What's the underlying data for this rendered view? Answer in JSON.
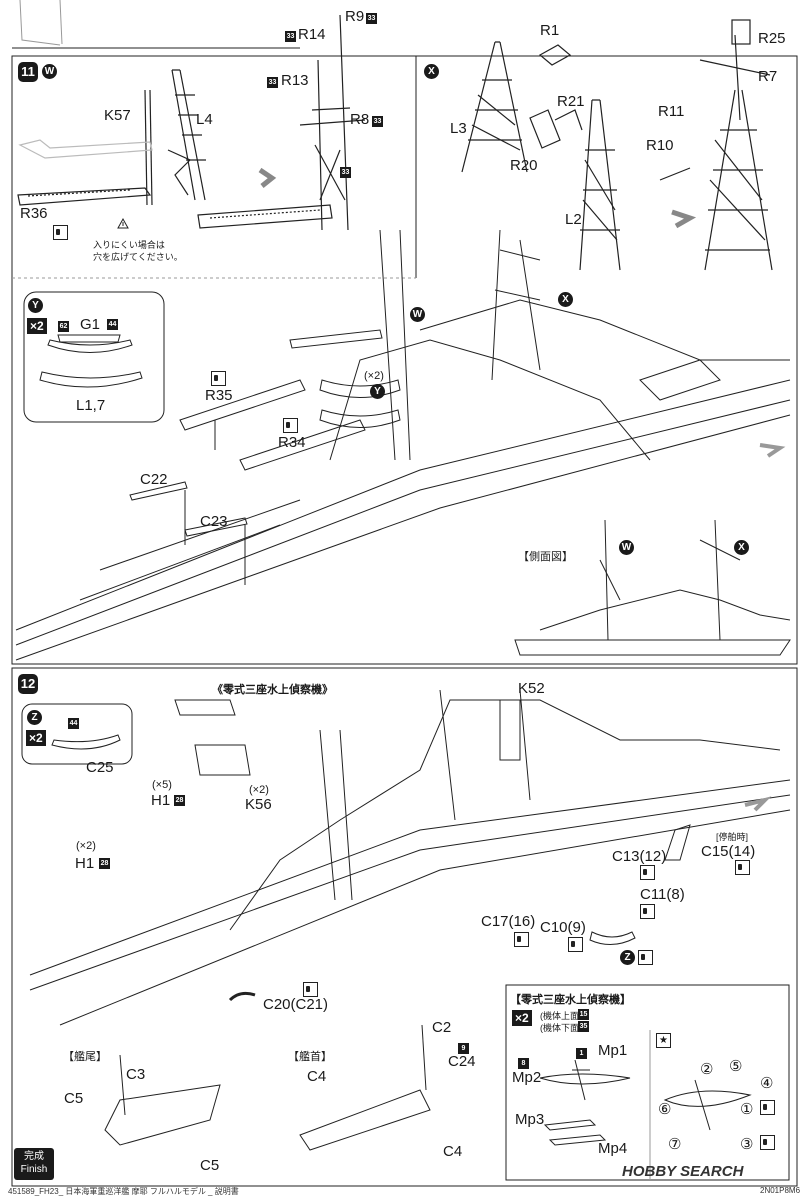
{
  "step11": {
    "number": "11",
    "sub_w": "W",
    "sub_x": "X",
    "sub_y": "Y",
    "labels": {
      "K57": "K57",
      "L4": "L4",
      "R36": "R36",
      "R9": "R9",
      "R14": "R14",
      "R13": "R13",
      "R8": "R8",
      "R1": "R1",
      "R25": "R25",
      "R7": "R7",
      "R21": "R21",
      "L3": "L3",
      "R11": "R11",
      "R10": "R10",
      "R20": "R20",
      "L2": "L2",
      "G1": "G1",
      "L17": "L1,7",
      "R35": "R35",
      "R34": "R34",
      "C22": "C22",
      "C23": "C23",
      "x2_small": "(×2)"
    },
    "badges": {
      "b33": "33",
      "b62": "62",
      "b44": "44"
    },
    "warning_note_line1": "入りにくい場合は",
    "warning_note_line2": "穴を広げてください。",
    "side_view_label": "【側面図】",
    "multiplier": "×2"
  },
  "step12": {
    "number": "12",
    "seaplane_title": "《零式三座水上偵察機》",
    "labels": {
      "K52": "K52",
      "C25": "C25",
      "H1_5": "(×5)",
      "H1a": "H1",
      "K56_2": "(×2)",
      "K56": "K56",
      "H1_2": "(×2)",
      "H1b": "H1",
      "C13": "C13(12)",
      "C15": "C15(14)",
      "C15_note": "[停舶時]",
      "C11": "C11(8)",
      "C17": "C17(16)",
      "C10": "C10(9)",
      "Z": "Z",
      "C20": "C20(C21)",
      "C2": "C2",
      "C24": "C24",
      "C4a": "C4",
      "C4b": "C4",
      "C3": "C3",
      "C5a": "C5",
      "C5b": "C5"
    },
    "badges": {
      "b44": "44",
      "b28a": "28",
      "b28b": "28",
      "b9": "9",
      "b8": "8",
      "b1": "1",
      "b15": "15",
      "b35": "35"
    },
    "multiplier": "×2",
    "stern_label": "【艦尾】",
    "bow_label": "【艦首】",
    "inset_title": "【零式三座水上偵察機】",
    "inset_upper": "(機体上面",
    "inset_lower": "(機体下面",
    "inset_parts": {
      "Mp1": "Mp1",
      "Mp2": "Mp2",
      "Mp3": "Mp3",
      "Mp4": "Mp4"
    },
    "inset_numbers": [
      "②",
      "⑤",
      "④",
      "⑥",
      "①",
      "⑦",
      "③"
    ]
  },
  "footer": {
    "finish_jp": "完成",
    "finish_en": "Finish",
    "doc_id": "451589_FH23_ 日本海軍重巡洋艦 摩耶 フルハルモデル _ 説明書",
    "code": "2N01P8M6",
    "watermark": "HOBBY SEARCH"
  }
}
